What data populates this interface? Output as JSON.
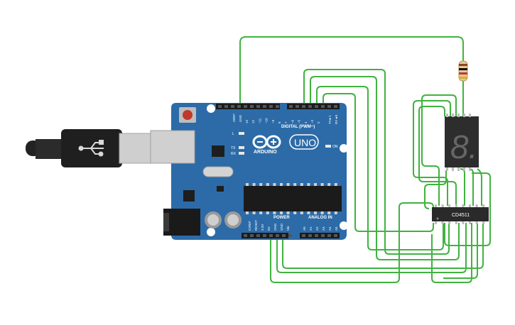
{
  "canvas": {
    "background": "#ffffff",
    "wire_color": "#3fb33f",
    "board_color": "#2c6ba8"
  },
  "arduino": {
    "logo_text": "ARDUINO",
    "model_text": "UNO",
    "digital_header": "DIGITAL (PWM~)",
    "on_label": "ON",
    "l_label": "L",
    "tx_label": "TX",
    "rx_label": "RX",
    "power_label": "POWER",
    "analog_label": "ANALOG IN",
    "aref_label": "AREF",
    "gnd_label": "GND",
    "tx1_label": "TX►1",
    "rx0_label": "RX◄0",
    "digital_pins": [
      "13",
      "12",
      "~11",
      "~10",
      "~9",
      "8",
      "7",
      "~6",
      "~5",
      "4",
      "~3",
      "2"
    ],
    "power_pins": [
      "IOREF",
      "RESET",
      "3.3V",
      "5V",
      "GND",
      "GND",
      "Vin"
    ],
    "analog_pins": [
      "A0",
      "A1",
      "A2",
      "A3",
      "A4",
      "A5"
    ]
  },
  "decoder": {
    "label": "CD4511"
  },
  "display": {
    "digit": "8."
  },
  "usb": {
    "icon": "usb-icon"
  },
  "resistor": {
    "band_colors": [
      "#8b4513",
      "#111111",
      "#c0392b",
      "#d4af37"
    ]
  }
}
